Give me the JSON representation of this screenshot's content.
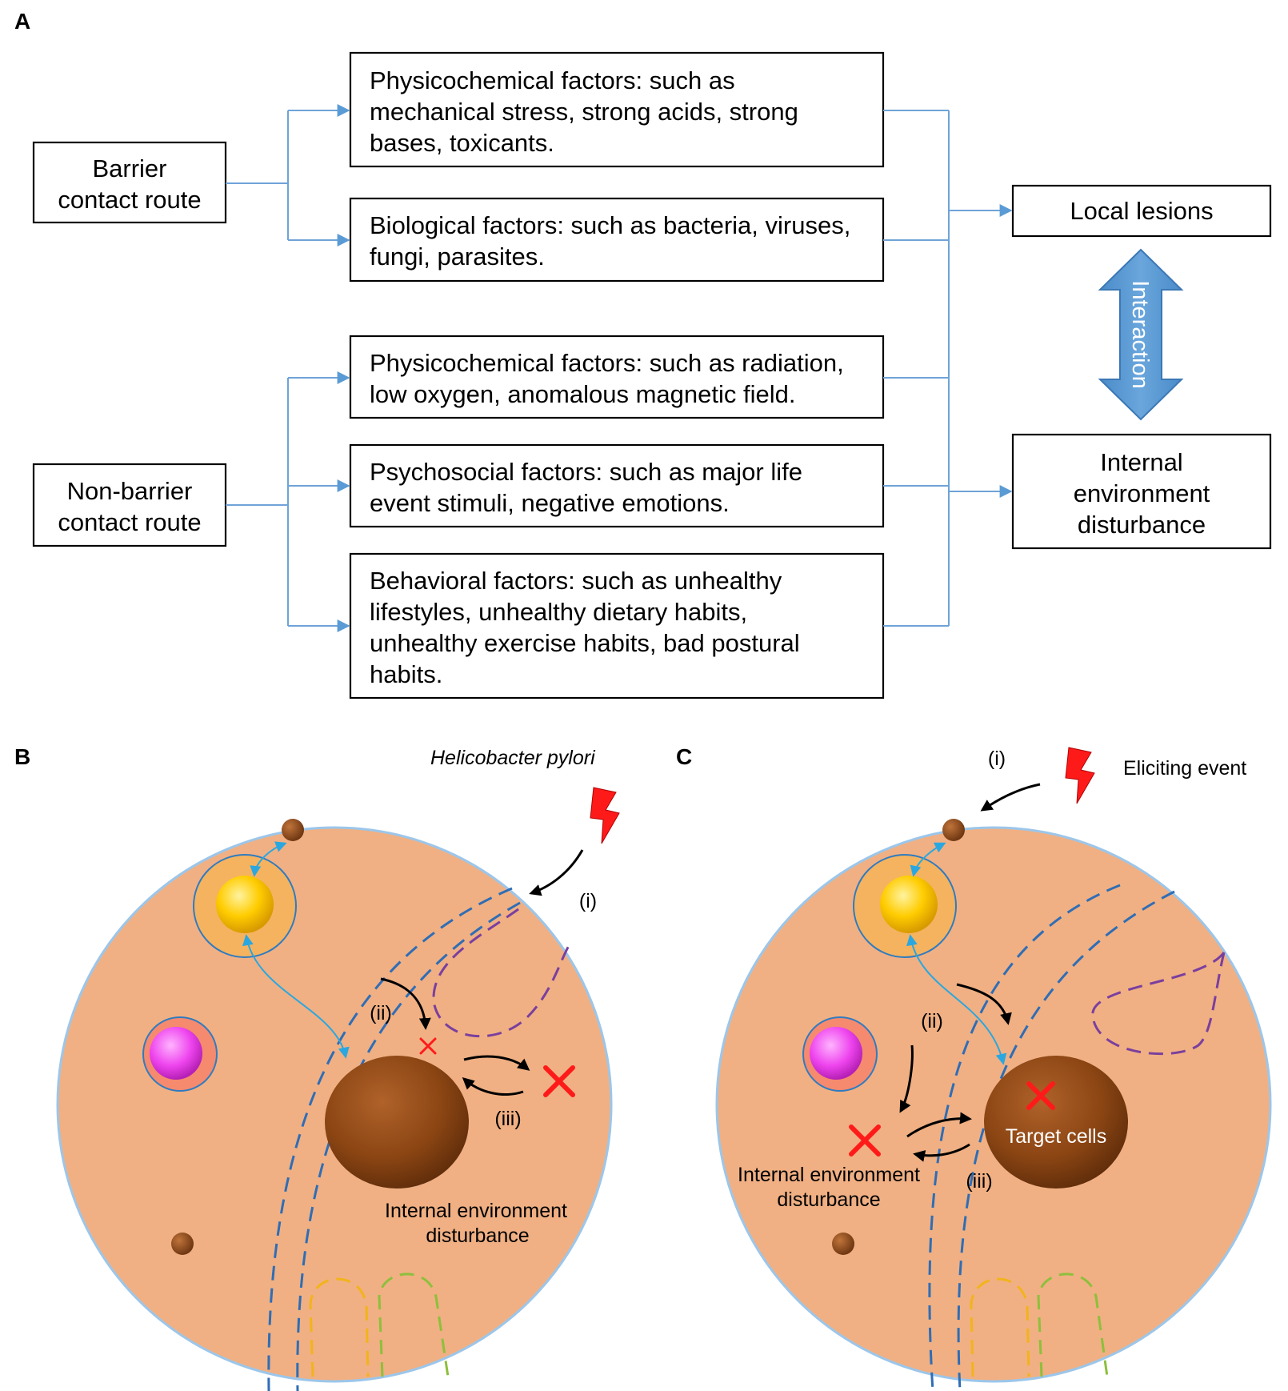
{
  "panels": {
    "a": "A",
    "b": "B",
    "c": "C"
  },
  "panel_a": {
    "routes": {
      "barrier": [
        "Barrier",
        "contact route"
      ],
      "non_barrier": [
        "Non-barrier",
        "contact route"
      ]
    },
    "factors": [
      [
        "Physicochemical factors: such as",
        "mechanical stress, strong acids, strong",
        "bases, toxicants."
      ],
      [
        "Biological factors: such as bacteria, viruses,",
        "fungi, parasites."
      ],
      [
        "Physicochemical factors: such as radiation,",
        "low oxygen, anomalous magnetic field."
      ],
      [
        "Psychosocial factors: such as major life",
        "event stimuli, negative emotions."
      ],
      [
        "Behavioral factors: such as unhealthy",
        "lifestyles, unhealthy dietary habits,",
        "unhealthy exercise habits, bad postural",
        "habits."
      ]
    ],
    "outcomes": {
      "local": "Local lesions",
      "internal": [
        "Internal",
        "environment",
        "disturbance"
      ]
    },
    "interaction": "Interaction",
    "colors": {
      "connector": "#6fa3d8",
      "interaction_arrow": "#5b9bd5"
    }
  },
  "panel_b": {
    "trigger": "Helicobacter pylori",
    "step_i": "(i)",
    "step_ii": "(ii)",
    "step_iii": "(iii)",
    "label": [
      "Internal environment",
      "disturbance"
    ]
  },
  "panel_c": {
    "trigger": "Eliciting event",
    "step_i": "(i)",
    "step_ii": "(ii)",
    "step_iii": "(iii)",
    "target": "Target cells",
    "label": [
      "Internal environment",
      "disturbance"
    ]
  },
  "icons": [
    "lightning-icon",
    "cross-icon"
  ],
  "colors": {
    "cell": "#f0b083",
    "nucleus": "#8b4513",
    "lightning": "#ff1a1a",
    "cross": "#ff1a1a"
  }
}
